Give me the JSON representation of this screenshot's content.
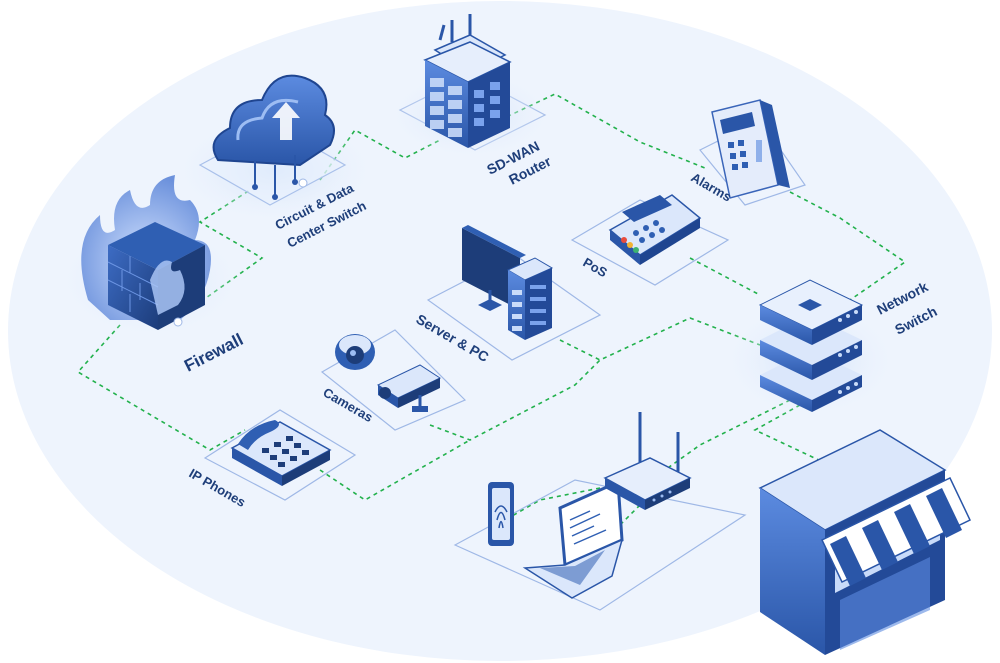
{
  "diagram": {
    "nodes": {
      "firewall": "Firewall",
      "circuit_line1": "Circuit & Data",
      "circuit_line2": "Center Switch",
      "router_line1": "SD-WAN",
      "router_line2": "Router",
      "alarms": "Alarms",
      "pos": "PoS",
      "server": "Server & PC",
      "cameras": "Cameras",
      "ip_phones": "IP Phones",
      "switch_line1": "Network",
      "switch_line2": "Switch"
    },
    "colors": {
      "primary_blue": "#2f5fb3",
      "dark_blue": "#1d3d79",
      "light_blue": "#dbe7fb",
      "connection_green": "#22b14c",
      "background_ellipse": "#eef4fd"
    },
    "connection_style": "dashed"
  }
}
